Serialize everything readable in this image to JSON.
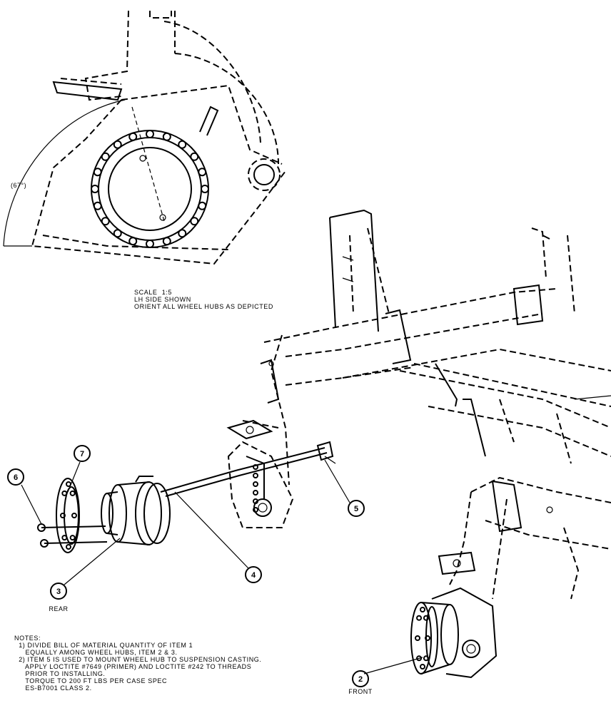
{
  "detail_view": {
    "angle_label": "(67°)",
    "scale": "SCALE  1:5",
    "side": "LH SIDE SHOWN",
    "orient": "ORIENT ALL WHEEL HUBS AS DEPICTED"
  },
  "callouts": [
    {
      "num": "6"
    },
    {
      "num": "7"
    },
    {
      "num": "3",
      "label": "REAR"
    },
    {
      "num": "4"
    },
    {
      "num": "5"
    },
    {
      "num": "2",
      "label": "FRONT"
    }
  ],
  "notes": {
    "heading": "NOTES:",
    "lines": [
      "  1) DIVIDE BILL OF MATERIAL QUANTITY OF ITEM 1",
      "     EQUALLY AMONG WHEEL HUBS, ITEM 2 & 3.",
      "  2) ITEM 5 IS USED TO MOUNT WHEEL HUB TO SUSPENSION CASTING.",
      "     APPLY LOCTITE #7649 (PRIMER) AND LOCTITE #242 TO THREADS",
      "     PRIOR TO INSTALLING.",
      "     TORQUE TO 200 FT LBS PER CASE SPEC",
      "     ES-B7001 CLASS 2."
    ]
  }
}
